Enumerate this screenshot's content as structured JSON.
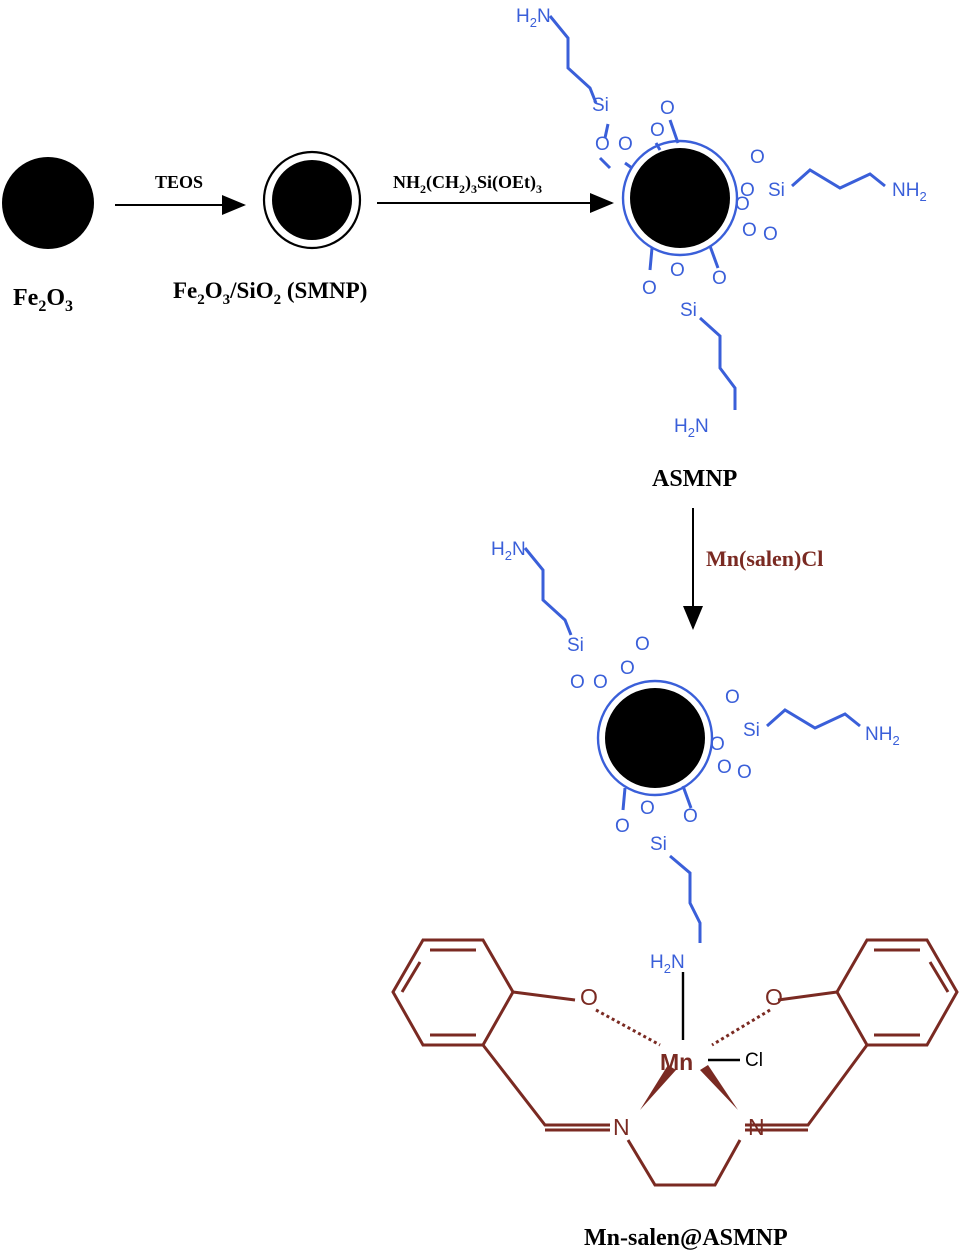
{
  "labels": {
    "fe2o3": "Fe2O3",
    "smnp": "Fe2O3/SiO2 (SMNP)",
    "asmnp": "ASMNP",
    "final": "Mn-salen@ASMNP"
  },
  "reagents": {
    "teos": "TEOS",
    "aptes": "NH2(CH2)3Si(OEt)3",
    "mnsalen": "Mn(salen)Cl"
  },
  "atoms": {
    "h2n": "H2N",
    "nh2": "NH2",
    "si": "Si",
    "o": "O",
    "mn": "Mn",
    "cl": "Cl",
    "n": "N"
  },
  "colors": {
    "silane": "#3a5fd9",
    "salen": "#7a2a22",
    "core": "#000000"
  }
}
